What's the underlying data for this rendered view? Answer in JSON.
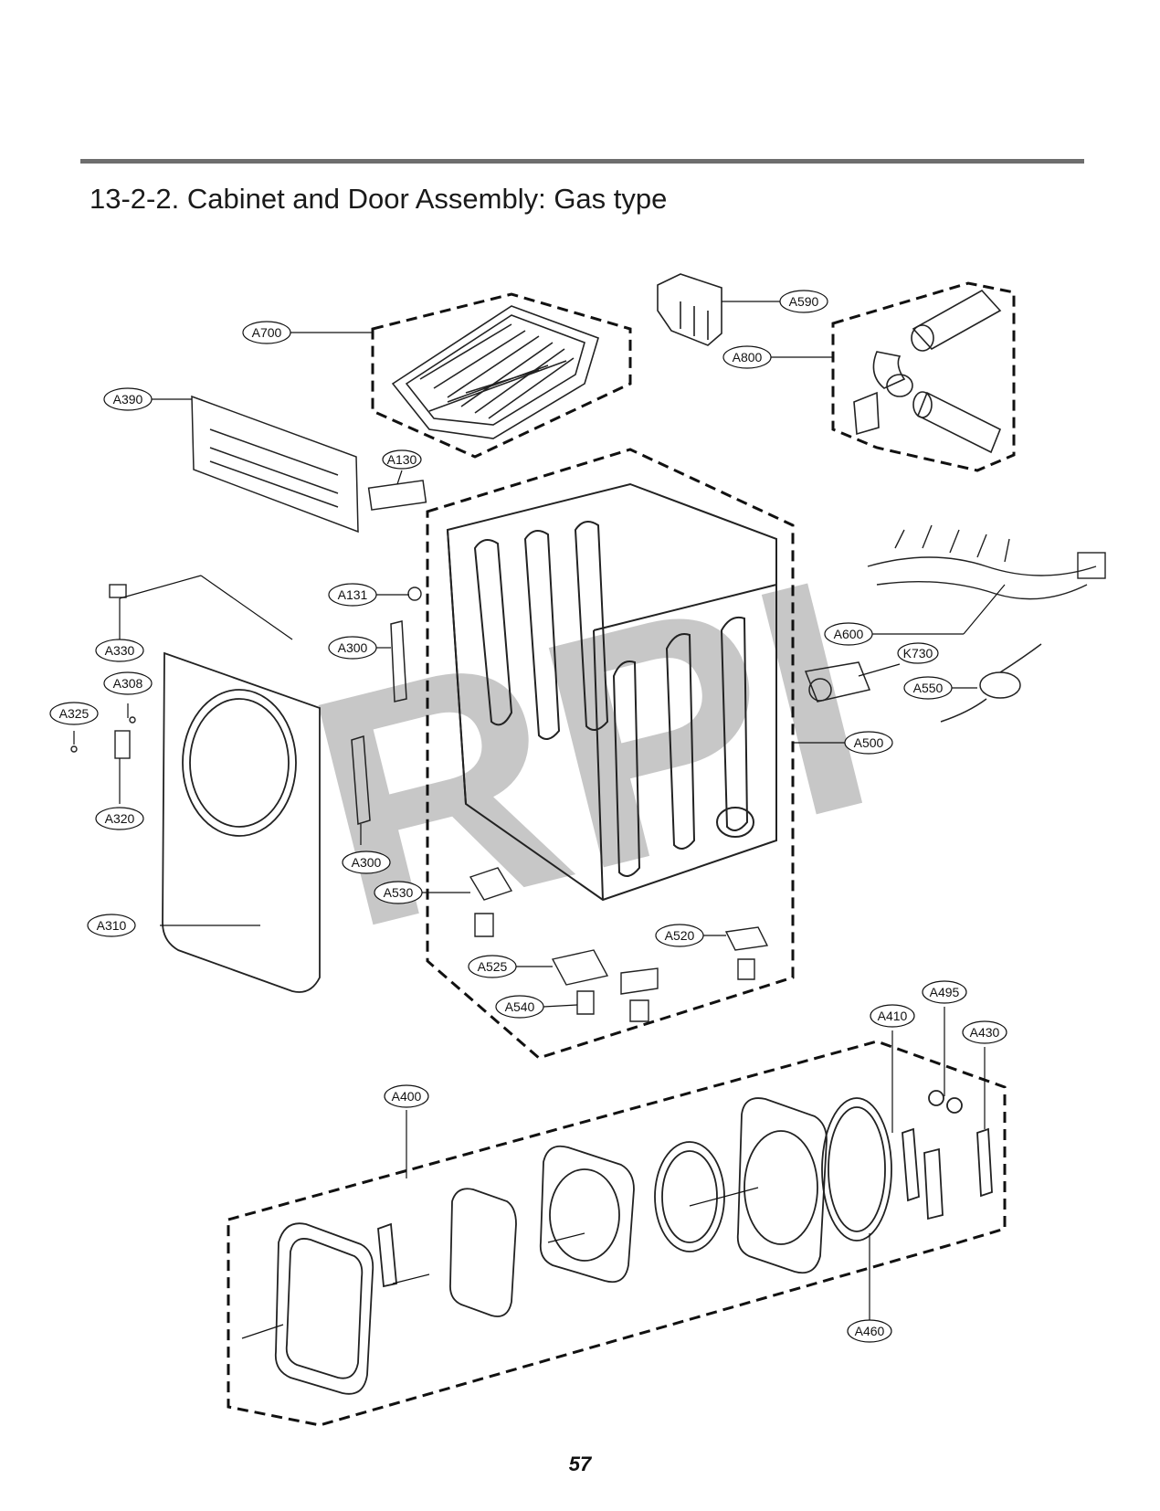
{
  "header": {
    "title": "13-2-2. Cabinet and Door Assembly: Gas type"
  },
  "footer": {
    "page_number": "57"
  },
  "watermark": {
    "text": "RPI"
  },
  "parts": {
    "A700": "A700",
    "A390": "A390",
    "A130": "A130",
    "A590": "A590",
    "A800": "A800",
    "A131": "A131",
    "A330": "A330",
    "A300_top": "A300",
    "A308": "A308",
    "A325": "A325",
    "A320": "A320",
    "A300_bottom": "A300",
    "A310": "A310",
    "A530": "A530",
    "A600": "A600",
    "K730": "K730",
    "A550": "A550",
    "A500": "A500",
    "A520": "A520",
    "A525": "A525",
    "A540": "A540",
    "A495": "A495",
    "A410": "A410",
    "A430": "A430",
    "A400": "A400",
    "A460": "A460"
  }
}
